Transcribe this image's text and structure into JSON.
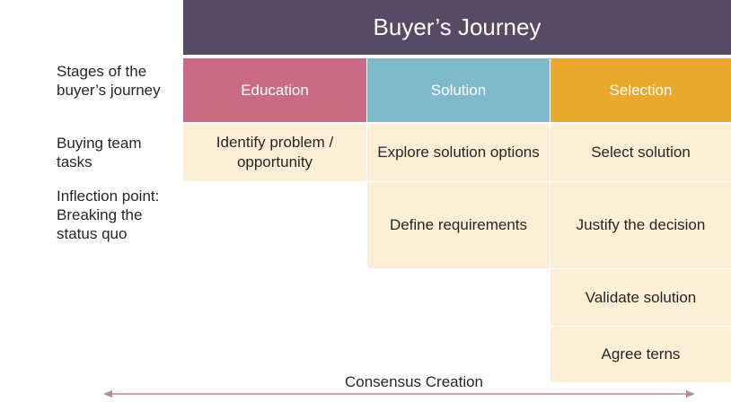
{
  "title": "Buyer’s Journey",
  "row_labels": {
    "stages": "Stages of the buyer’s journey",
    "tasks": "Buying team tasks",
    "inflection": "Inflection point: Breaking the status quo"
  },
  "stages": [
    {
      "label": "Education",
      "color": "#c96b85"
    },
    {
      "label": "Solution",
      "color": "#7fbacb"
    },
    {
      "label": "Selection",
      "color": "#eaa92c"
    }
  ],
  "tasks": {
    "education": [
      "Identify problem / opportunity"
    ],
    "solution": [
      "Explore solution options",
      "Define requirements"
    ],
    "selection": [
      "Select solution",
      "Justify the decision",
      "Validate solution",
      "Agree terns"
    ]
  },
  "footer": "Consensus Creation",
  "colors": {
    "title_bar": "#574a64",
    "task_cell": "#fdefd6",
    "arrow": "#b686a3"
  }
}
